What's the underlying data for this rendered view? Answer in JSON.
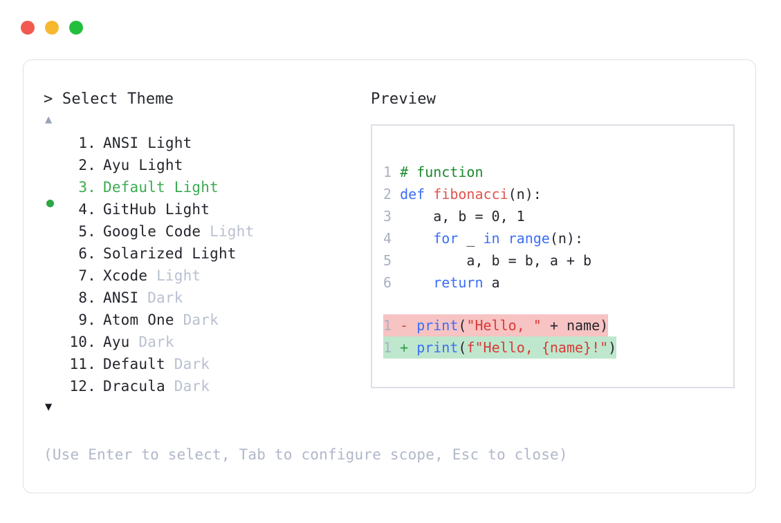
{
  "window": {
    "traffic_lights": [
      {
        "name": "close",
        "color": "#f2594f"
      },
      {
        "name": "minimize",
        "color": "#f5b82e"
      },
      {
        "name": "maximize",
        "color": "#22bf3f"
      }
    ]
  },
  "selector": {
    "prompt_symbol": ">",
    "title": "Select Theme",
    "scroll_up_glyph": "▲",
    "scroll_down_glyph": "▼",
    "selected_index": 3,
    "selected_color": "#3cab52",
    "items": [
      {
        "index": "1.",
        "name": "ANSI Light",
        "variant": "",
        "selected": false
      },
      {
        "index": "2.",
        "name": "Ayu Light",
        "variant": "",
        "selected": false
      },
      {
        "index": "3.",
        "name": "Default Light",
        "variant": "",
        "selected": true
      },
      {
        "index": "4.",
        "name": "GitHub Light",
        "variant": "",
        "selected": false
      },
      {
        "index": "5.",
        "name": "Google Code ",
        "variant": "Light",
        "selected": false
      },
      {
        "index": "6.",
        "name": "Solarized Light",
        "variant": "",
        "selected": false
      },
      {
        "index": "7.",
        "name": "Xcode ",
        "variant": "Light",
        "selected": false
      },
      {
        "index": "8.",
        "name": "ANSI ",
        "variant": "Dark",
        "selected": false
      },
      {
        "index": "9.",
        "name": "Atom One ",
        "variant": "Dark",
        "selected": false
      },
      {
        "index": "10.",
        "name": "Ayu ",
        "variant": "Dark",
        "selected": false
      },
      {
        "index": "11.",
        "name": "Default ",
        "variant": "Dark",
        "selected": false
      },
      {
        "index": "12.",
        "name": "Dracula ",
        "variant": "Dark",
        "selected": false
      }
    ],
    "hint": "(Use Enter to select, Tab to configure scope, Esc to close)"
  },
  "preview": {
    "label": "Preview",
    "code_lines": [
      {
        "num": "1",
        "tokens": [
          {
            "t": "# function",
            "c": "comment"
          }
        ]
      },
      {
        "num": "2",
        "tokens": [
          {
            "t": "def ",
            "c": "kw"
          },
          {
            "t": "fibonacci",
            "c": "fn"
          },
          {
            "t": "(n):",
            "c": "plain"
          }
        ]
      },
      {
        "num": "3",
        "tokens": [
          {
            "t": "    a, b = 0, 1",
            "c": "plain"
          }
        ]
      },
      {
        "num": "4",
        "tokens": [
          {
            "t": "    ",
            "c": "plain"
          },
          {
            "t": "for",
            "c": "kw"
          },
          {
            "t": " _ ",
            "c": "plain"
          },
          {
            "t": "in range",
            "c": "kw"
          },
          {
            "t": "(n):",
            "c": "plain"
          }
        ]
      },
      {
        "num": "5",
        "tokens": [
          {
            "t": "        a, b = b, a + b",
            "c": "plain"
          }
        ]
      },
      {
        "num": "6",
        "tokens": [
          {
            "t": "    ",
            "c": "plain"
          },
          {
            "t": "return",
            "c": "kw"
          },
          {
            "t": " a",
            "c": "plain"
          }
        ]
      }
    ],
    "diff_lines": [
      {
        "num": "1",
        "sign": "-",
        "kind": "del",
        "bg": "#f7c3c3",
        "tokens": [
          {
            "t": "print",
            "c": "kw"
          },
          {
            "t": "(",
            "c": "plain"
          },
          {
            "t": "\"Hello, \"",
            "c": "str"
          },
          {
            "t": " + name)",
            "c": "plain"
          }
        ]
      },
      {
        "num": "1",
        "sign": "+",
        "kind": "add",
        "bg": "#bfe7cd",
        "tokens": [
          {
            "t": "print",
            "c": "kw"
          },
          {
            "t": "(",
            "c": "plain"
          },
          {
            "t": "f\"Hello, {name}!\"",
            "c": "str"
          },
          {
            "t": ")",
            "c": "plain"
          }
        ]
      }
    ]
  }
}
